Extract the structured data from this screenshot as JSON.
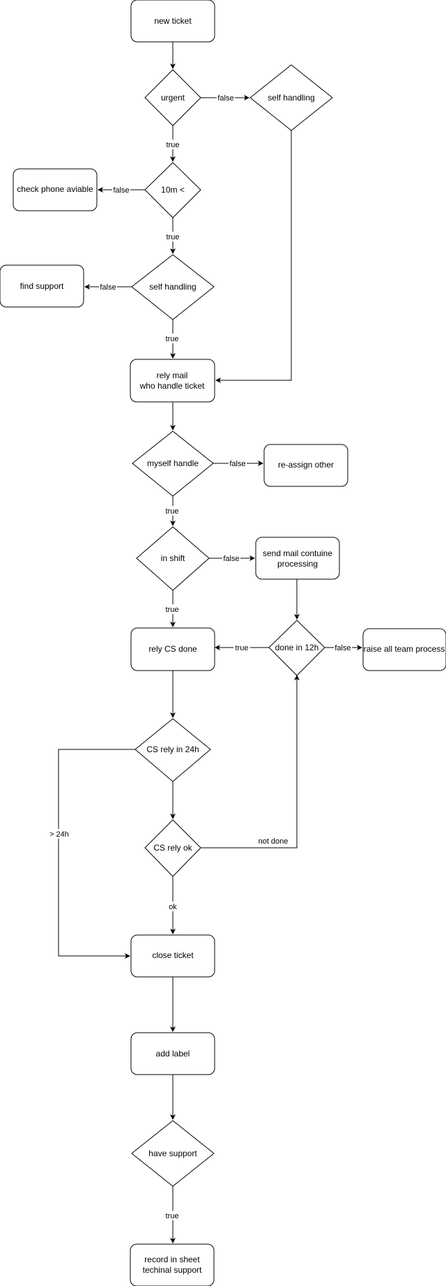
{
  "diagram": {
    "nodes": {
      "new_ticket": "new ticket",
      "urgent": "urgent",
      "self_handling_right": "self handling",
      "ten_min": "10m <",
      "check_phone": "check phone aviable",
      "self_handling_left": "self handling",
      "find_support": "find support",
      "rely_mail_line1": "rely mail",
      "rely_mail_line2": "who handle ticket",
      "myself_handle": "myself handle",
      "reassign_other": "re-assign other",
      "in_shift": "in shift",
      "send_mail_line1": "send mail contuine",
      "send_mail_line2": "processing",
      "done_12h": "done in 12h",
      "raise_team": "raise all team process",
      "rely_cs_done": "rely CS done",
      "cs_rely_24h": "CS rely in 24h",
      "cs_rely_ok": "CS rely ok",
      "close_ticket": "close ticket",
      "add_label": "add label",
      "have_support": "have support",
      "record_line1": "record in sheet",
      "record_line2": "techinal support"
    },
    "edge_labels": {
      "urgent_false": "false",
      "urgent_true": "true",
      "tenmin_false": "false",
      "tenmin_true": "true",
      "selfhandling_false": "false",
      "selfhandling_true": "true",
      "myself_false": "false",
      "myself_true": "true",
      "inshift_false": "false",
      "inshift_true": "true",
      "done12_true": "true",
      "done12_false": "false",
      "over_24h": "> 24h",
      "not_done": "not done",
      "ok": "ok",
      "have_support_true": "true"
    }
  }
}
